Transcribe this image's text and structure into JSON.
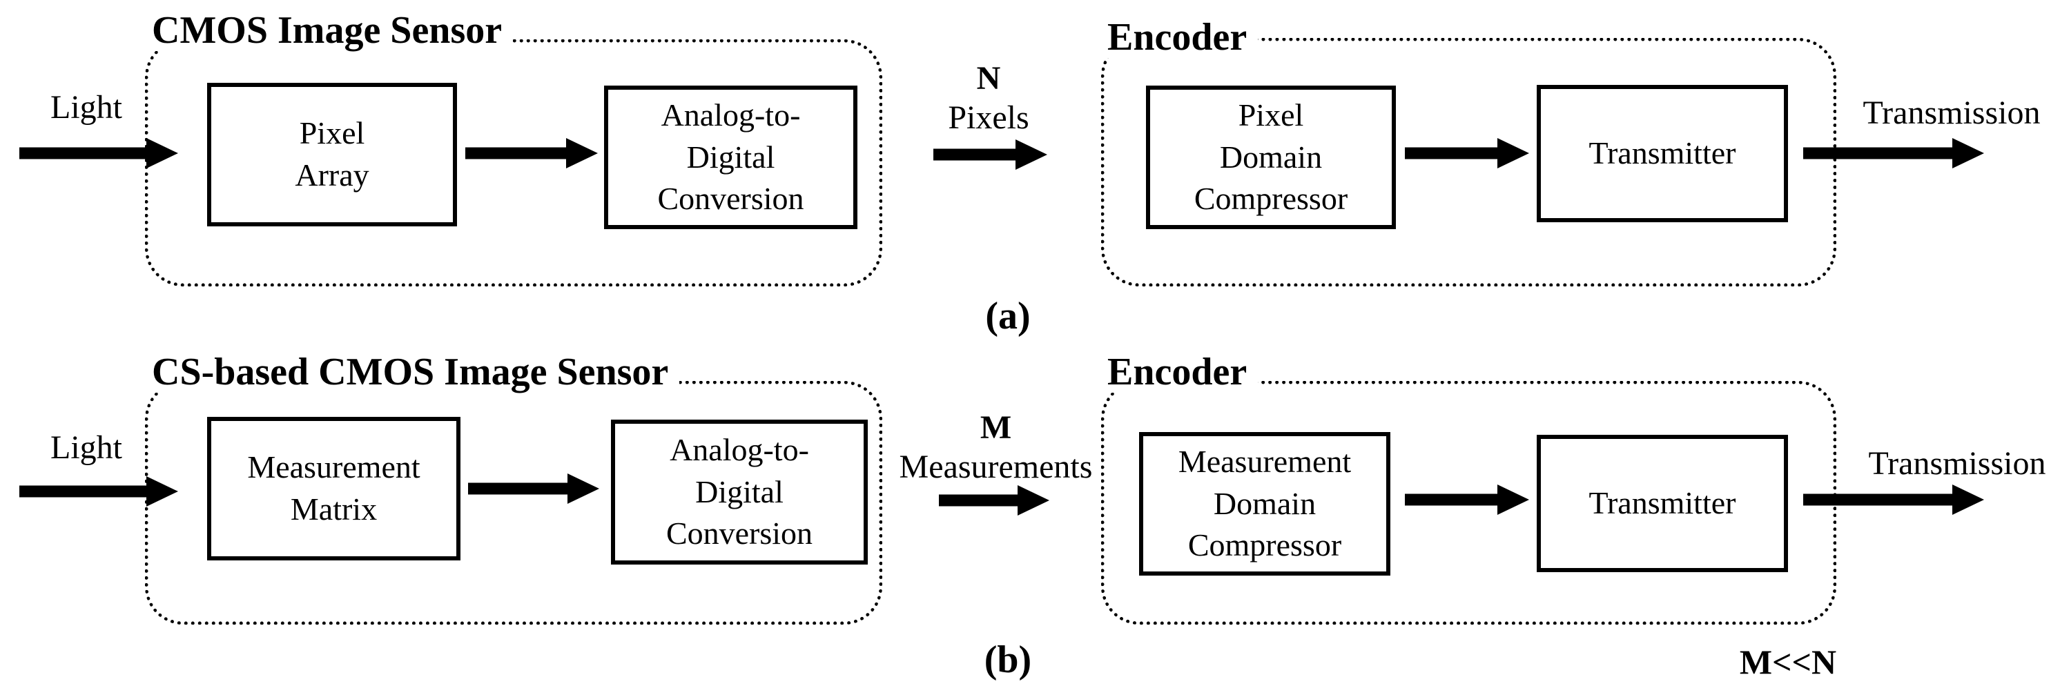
{
  "figure": {
    "colors": {
      "ink": "#000000",
      "background": "#ffffff"
    },
    "annotation": "M<<N",
    "panels": {
      "a": {
        "caption": "(a)",
        "input_label": "Light",
        "sensor": {
          "title": "CMOS Image Sensor",
          "block1": "Pixel\nArray",
          "block2": "Analog-to-\nDigital\nConversion"
        },
        "link_label_line1": "N",
        "link_label_line2": "Pixels",
        "encoder": {
          "title": "Encoder",
          "block1": "Pixel\nDomain\nCompressor",
          "block2": "Transmitter"
        },
        "output_label": "Transmission"
      },
      "b": {
        "caption": "(b)",
        "input_label": "Light",
        "sensor": {
          "title": "CS-based CMOS Image Sensor",
          "block1": "Measurement\nMatrix",
          "block2": "Analog-to-\nDigital\nConversion"
        },
        "link_label_line1": "M",
        "link_label_line2": "Measurements",
        "encoder": {
          "title": "Encoder",
          "block1": "Measurement\nDomain\nCompressor",
          "block2": "Transmitter"
        },
        "output_label": "Transmission"
      }
    }
  }
}
